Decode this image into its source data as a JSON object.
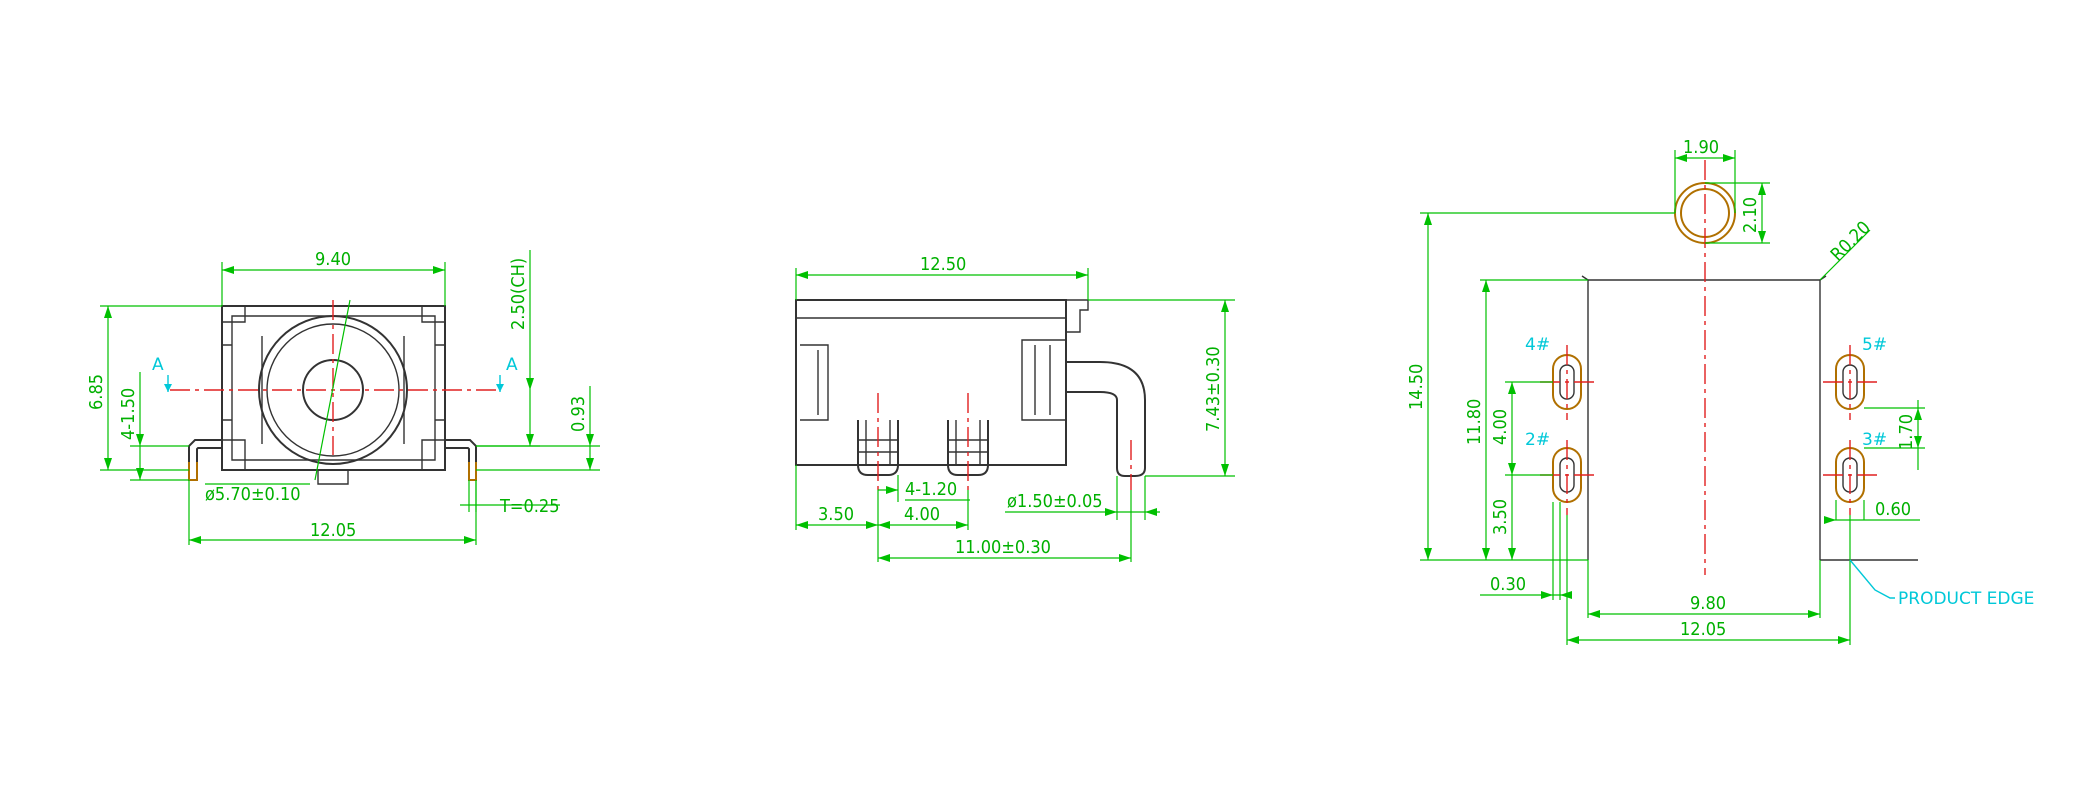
{
  "views": {
    "front": {
      "dim_top_width": "9.40",
      "dim_body_height": "6.85",
      "dim_pin_pitch": "4-1.50",
      "dim_chamfer": "2.50(CH)",
      "dim_pin_height": "0.93",
      "dim_hole_dia": "ø5.70±0.10",
      "dim_thickness": "T=0.25",
      "dim_total_width": "12.05",
      "section_mark_left": "A",
      "section_mark_right": "A"
    },
    "side": {
      "dim_body_length": "12.50",
      "dim_height": "7.43±0.30",
      "dim_pin_width": "4-1.20",
      "dim_pin_dia": "ø1.50±0.05",
      "dim_first_pin": "3.50",
      "dim_pin_spacing": "4.00",
      "dim_total_length": "11.00±0.30"
    },
    "pcb": {
      "dim_hole_width": "1.90",
      "dim_hole_height": "2.10",
      "dim_radius": "R0.20",
      "dim_total_height": "14.50",
      "dim_row_height": "11.80",
      "dim_row_spacing": "4.00",
      "dim_bottom_offset": "3.50",
      "dim_right_spacing": "1.70",
      "dim_edge_offset": "0.60",
      "dim_left_offset": "0.30",
      "dim_inner_width": "9.80",
      "dim_outer_width": "12.05",
      "pin_labels": [
        "4#",
        "2#",
        "5#",
        "3#"
      ],
      "product_edge_label": "PRODUCT EDGE"
    }
  },
  "colors": {
    "outline": "#333333",
    "dimension": "#00c000",
    "centerline": "#e02020",
    "pad": "#b07000",
    "callout": "#00c8d8"
  }
}
